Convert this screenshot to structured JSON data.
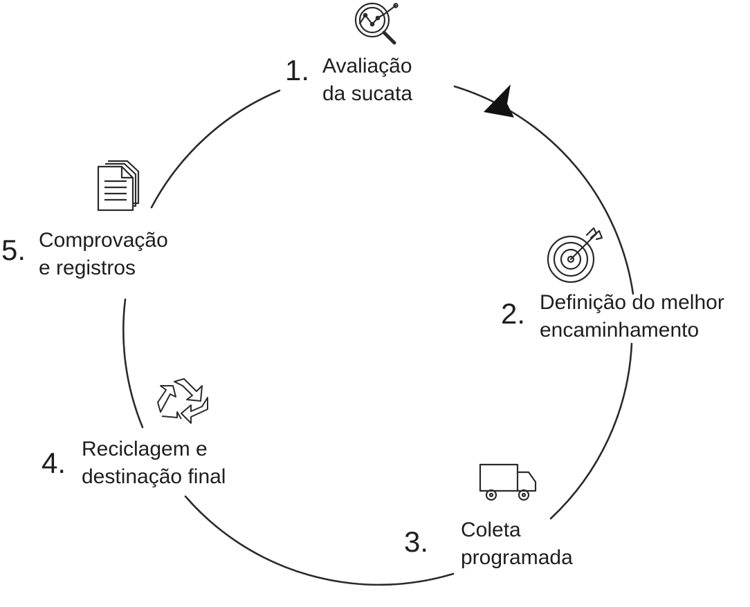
{
  "colors": {
    "stroke": "#2a2a2a",
    "text": "#1e1e1e",
    "background": "#ffffff"
  },
  "steps": [
    {
      "number": "1.",
      "line1": "Avaliação",
      "line2": "da sucata",
      "icon": "magnifier-chart-icon"
    },
    {
      "number": "2.",
      "line1": "Definição do melhor",
      "line2": "encaminhamento",
      "icon": "target-arrow-icon"
    },
    {
      "number": "3.",
      "line1": "Coleta",
      "line2": "programada",
      "icon": "truck-icon"
    },
    {
      "number": "4.",
      "line1": "Reciclagem e",
      "line2": "destinação final",
      "icon": "recycle-icon"
    },
    {
      "number": "5.",
      "line1": "Comprovação",
      "line2": "e registros",
      "icon": "document-icon"
    }
  ]
}
